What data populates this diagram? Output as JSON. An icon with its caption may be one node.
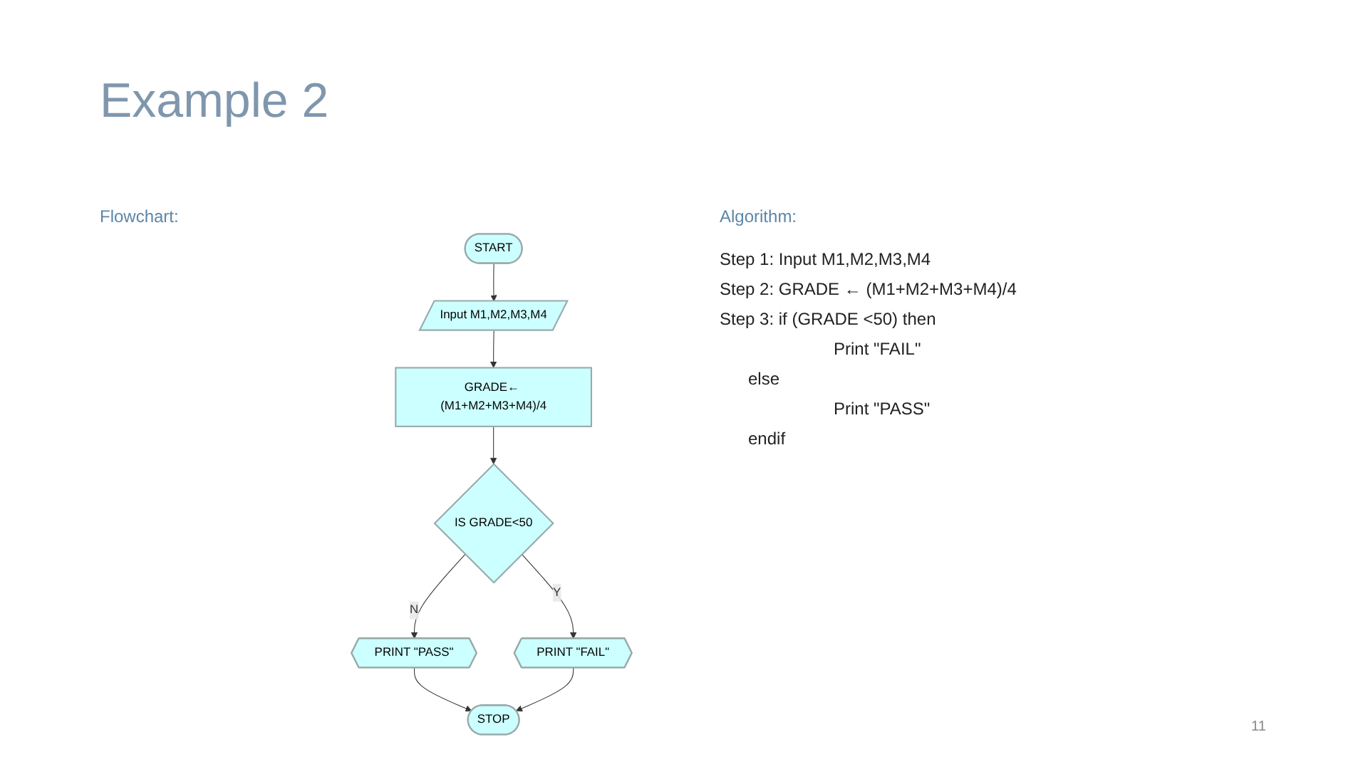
{
  "diagram": {
    "title": "Example 2",
    "nodes": [
      {
        "text": [
          "START"
        ]
      },
      {
        "text": [
          "Input M1,M2,M3,M4"
        ]
      },
      {
        "text": [
          "GRADE← (M1+M2+M3+M4)/4"
        ]
      },
      {
        "text": [
          "IS GRADE<50"
        ]
      },
      {
        "text": [
          "PRINT \"PASS\""
        ]
      },
      {
        "text": [
          "PRINT \"FAIL\""
        ]
      },
      {
        "text": [
          "STOP"
        ]
      }
    ],
    "edges": [
      {
        "from": 0,
        "to": 1,
        "arrow": "to"
      },
      {
        "from": 1,
        "to": 2,
        "arrow": "to"
      },
      {
        "from": 2,
        "to": 3,
        "arrow": "to"
      },
      {
        "from": 3,
        "to": 4,
        "arrow": "to",
        "label": "N"
      },
      {
        "from": 3,
        "to": 5,
        "arrow": "to",
        "label": "Y"
      },
      {
        "from": 4,
        "to": 6,
        "arrow": "to"
      },
      {
        "from": 5,
        "to": 6,
        "arrow": "to"
      }
    ],
    "labels": [
      "Flowchart:",
      "Algorithm:",
      "Step 1: Input M1,M2,M3,M4",
      "Step 2: GRADE ← (M1+M2+M3+M4)/4",
      "Step 3: if (GRADE <50) then",
      "Print \"FAIL\"",
      "else",
      "Print \"PASS\"",
      "endif",
      "11"
    ]
  }
}
